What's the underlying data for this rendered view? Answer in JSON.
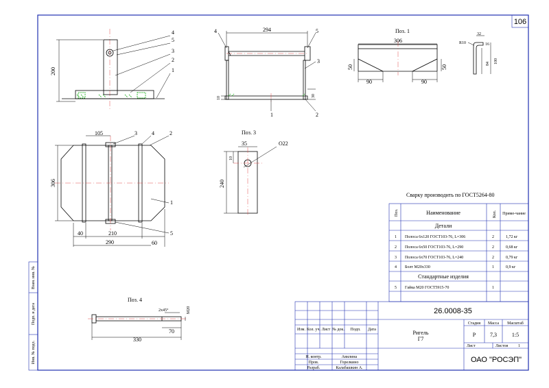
{
  "sheet_number": "106",
  "views": {
    "front": {
      "dim_200": "200",
      "labels": [
        "4",
        "5",
        "3",
        "2",
        "1"
      ]
    },
    "side": {
      "dim_294": "294",
      "dim_10": "10",
      "dim_30": "30",
      "labels": [
        "4",
        "5",
        "3",
        "1",
        "2"
      ]
    },
    "plan": {
      "dim_105": "105",
      "dim_306": "306",
      "dim_40": "40",
      "dim_210": "210",
      "dim_290": "290",
      "dim_60": "60",
      "labels": [
        "3",
        "4",
        "2",
        "1",
        "5"
      ]
    },
    "pos1": {
      "title": "Поз. 1",
      "dim_306": "306",
      "dim_50_left": "50",
      "dim_50_right": "50",
      "dim_90_left": "90",
      "dim_90_right": "90",
      "dim_32": "32",
      "dim_r10": "R10",
      "dim_16": "16",
      "dim_84": "84",
      "dim_100": "100"
    },
    "pos3": {
      "title": "Поз. 3",
      "dim_35": "35",
      "dim_10": "10",
      "dim_o22": "О22",
      "dim_240": "240"
    },
    "pos4": {
      "title": "Поз. 4",
      "dim_chamfer": "2х45°",
      "dim_m20": "М20",
      "dim_70": "70",
      "dim_330": "330"
    }
  },
  "welding_note": "Сварку производить по ГОСТ5264-80",
  "spec": {
    "headers": {
      "pos": "Поз.",
      "name": "Наименование",
      "qty": "Кол.",
      "note": "Приме-чание"
    },
    "section_details": "Детали",
    "section_standard": "Стандартные изделия",
    "rows": [
      {
        "pos": "1",
        "name": "Полоса 6х120 ГОСТ103-76, L=306",
        "qty": "2",
        "note": "1,72 кг"
      },
      {
        "pos": "2",
        "name": "Полоса 6х50 ГОСТ103-76, L=290",
        "qty": "2",
        "note": "0,68 кг"
      },
      {
        "pos": "3",
        "name": "Полоса 6х70 ГОСТ103-76, L=240",
        "qty": "2",
        "note": "0,79 кг"
      },
      {
        "pos": "4",
        "name": "Болт М20х330",
        "qty": "1",
        "note": "0,9 кг"
      }
    ],
    "standard_rows": [
      {
        "pos": "5",
        "name": "Гайка М20 ГОСТ5915-70",
        "qty": "1",
        "note": ""
      }
    ]
  },
  "title_block": {
    "doc_code": "26.0008-35",
    "name_line1": "Ригель",
    "name_line2": "Г7",
    "col_headers": [
      "Изм.",
      "Кол. уч.",
      "Лист",
      "№ док.",
      "Подп.",
      "Дата"
    ],
    "stage_label": "Стадия",
    "mass_label": "Масса",
    "scale_label": "Масштаб",
    "stage": "Р",
    "mass": "7,3",
    "scale": "1:5",
    "sheet_label": "Лист",
    "sheets_label": "Листов",
    "sheets": "1",
    "roles": [
      "Н. контр.",
      "Пров.",
      "Разраб."
    ],
    "names": [
      "Авилина",
      "Горелкино",
      "Калабашкин А."
    ],
    "company": "ОАО \"РОСЭП\""
  },
  "side_stamp": {
    "inv_sub": "Взам. инв. №",
    "sign_date": "Подп. и дата",
    "inv_orig": "Инв. № подл."
  }
}
